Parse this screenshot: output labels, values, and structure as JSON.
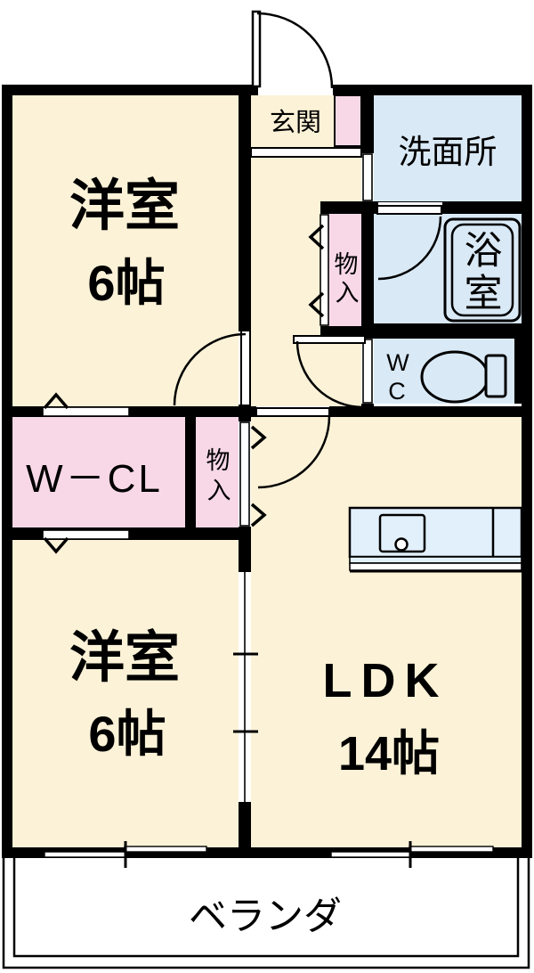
{
  "title": "2LDK floor plan",
  "colors": {
    "wall": "#000000",
    "room_cream": "#fbf2d7",
    "closet_pink": "#f8d8e7",
    "water_blue": "#d9e9f6",
    "kitchen_blue": "#e2f0fb",
    "white": "#ffffff"
  },
  "rooms": {
    "bedroom1": {
      "label": "洋室",
      "size": "6帖"
    },
    "bedroom2": {
      "label": "洋室",
      "size": "6帖"
    },
    "ldk": {
      "label": "LDK",
      "size": "14帖"
    },
    "entrance": {
      "label": "玄関"
    },
    "washroom": {
      "label": "洗面所"
    },
    "bathroom": {
      "chars": [
        "浴",
        "室"
      ]
    },
    "wc": {
      "chars": [
        "W",
        "C"
      ]
    },
    "storage_top": {
      "chars": [
        "物",
        "入"
      ]
    },
    "storage_mid": {
      "chars": [
        "物",
        "入"
      ]
    },
    "walk_in_closet": {
      "label": "W－CL"
    },
    "veranda": {
      "label": "ベランダ"
    }
  }
}
